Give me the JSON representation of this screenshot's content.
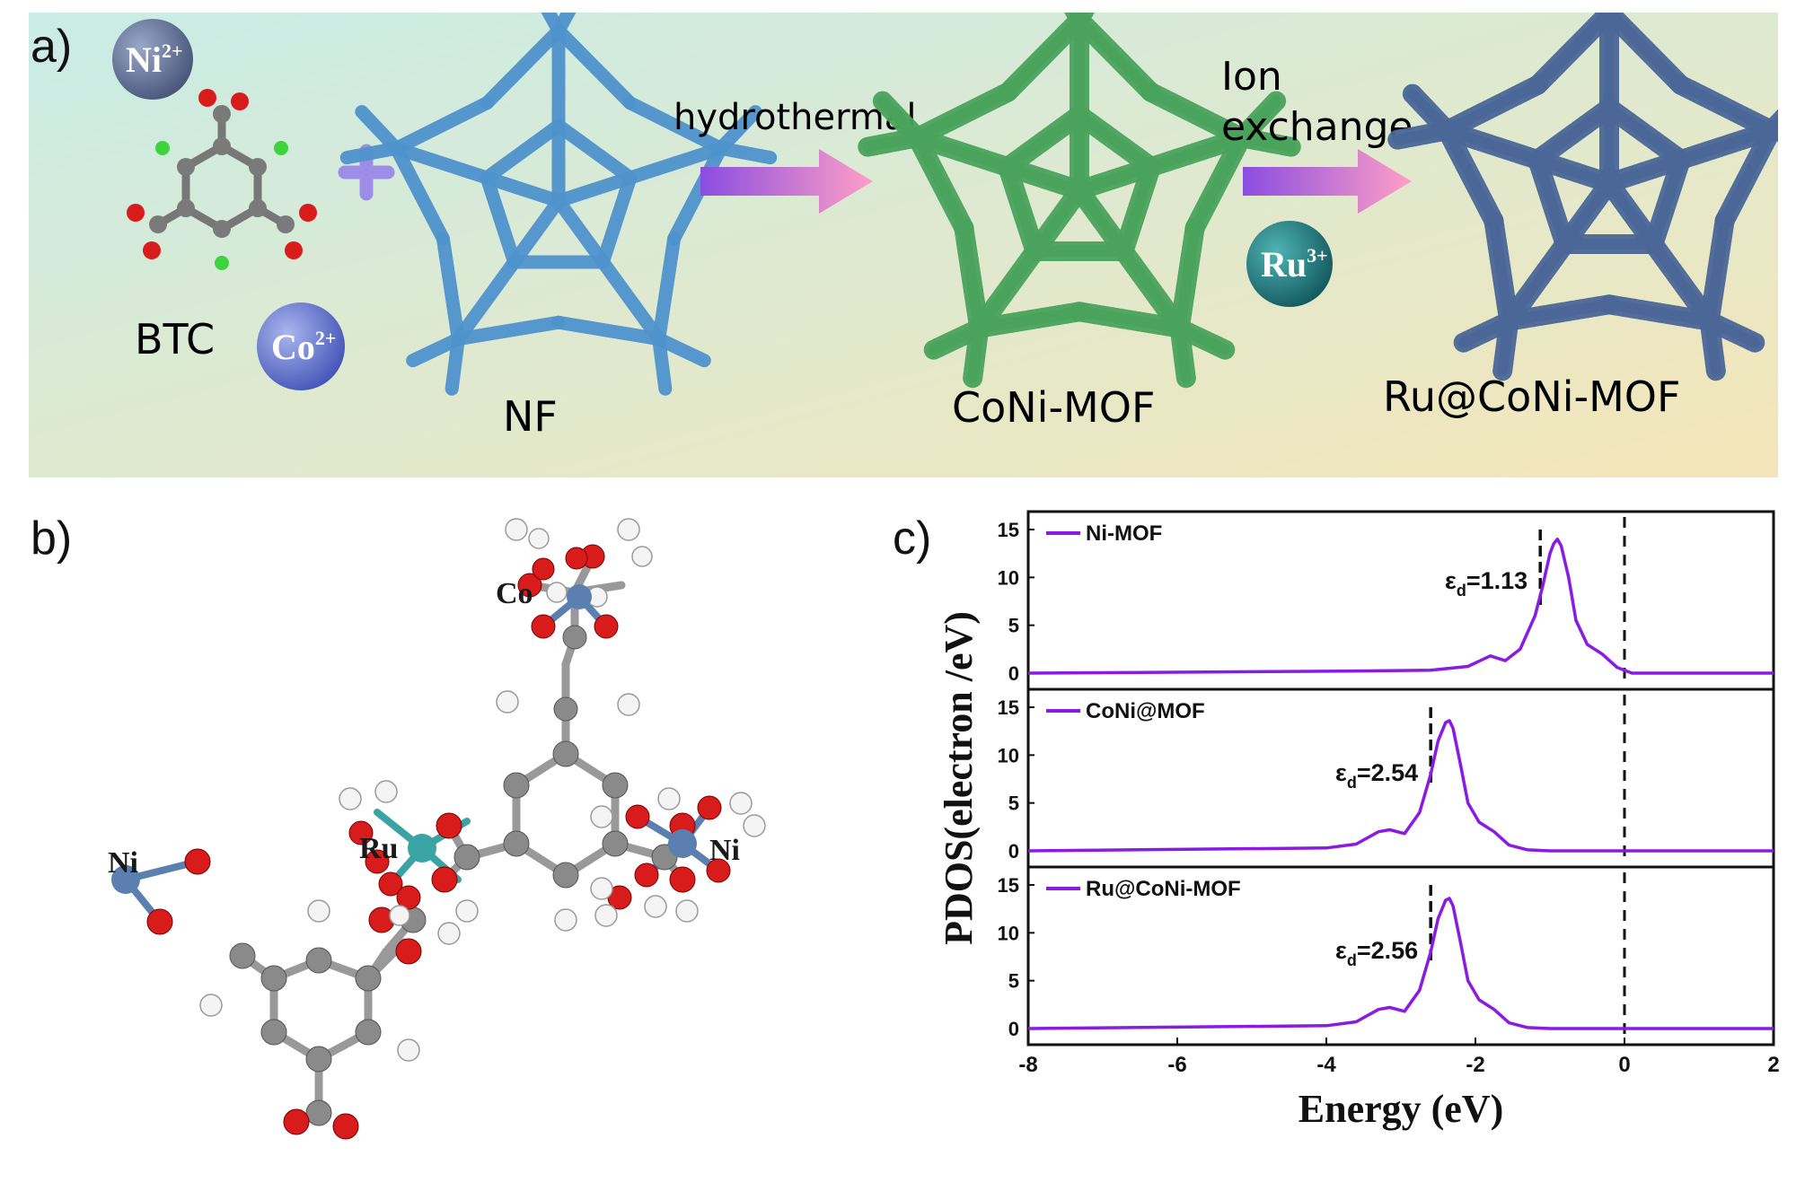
{
  "panel_labels": {
    "a": "a)",
    "b": "b)",
    "c": "c)"
  },
  "scheme": {
    "ions": {
      "ni": "Ni",
      "ni_charge": "2+",
      "co": "Co",
      "co_charge": "2+",
      "ru": "Ru",
      "ru_charge": "3+"
    },
    "btc_label": "BTC",
    "nf_label": "NF",
    "step1_label": "hydrothermal",
    "step2_line1": "Ion",
    "step2_line2": "exchange",
    "mof_label": "CoNi-MOF",
    "product_label": "Ru@CoNi-MOF",
    "colors": {
      "background_start": "#c9ece6",
      "background_end": "#f4e6b9",
      "nf_frame": "#4f93cd",
      "coni_frame": "#4aa35c",
      "ru_frame": "#4a6797",
      "arrow_start": "#8a4de0",
      "arrow_end": "#ff9fc6"
    }
  },
  "structure": {
    "labels": {
      "co": "Co",
      "ru": "Ru",
      "ni_left": "Ni",
      "ni_right": "Ni"
    },
    "colors": {
      "carbon": "#8a8a8a",
      "oxygen": "#d81c1c",
      "hydrogen": "#f4f4f4",
      "metal": "#5b7fb0",
      "ruthenium": "#3aa3a3"
    }
  },
  "chart_data": {
    "type": "line",
    "ylabel": "PDOS(electron /eV)",
    "xlabel": "Energy (eV)",
    "xlim": [
      -8,
      2
    ],
    "xticks": [
      -8,
      -6,
      -4,
      -2,
      0,
      2
    ],
    "ylim": [
      0,
      15
    ],
    "yticks": [
      0,
      5,
      10,
      15
    ],
    "fermi_level": 0,
    "line_color": "#8a1be2",
    "series": [
      {
        "name": "Ni-MOF",
        "d_band_center": "1.13",
        "d_band_x": -1.13,
        "x": [
          -8,
          -4,
          -2.6,
          -2.1,
          -1.8,
          -1.6,
          -1.4,
          -1.2,
          -1.1,
          -1.0,
          -0.95,
          -0.9,
          -0.85,
          -0.75,
          -0.65,
          -0.5,
          -0.3,
          -0.1,
          0.1,
          2
        ],
        "y": [
          0,
          0.2,
          0.3,
          0.7,
          1.8,
          1.3,
          2.5,
          6.0,
          9.0,
          12.5,
          13.5,
          14.0,
          13.3,
          10.0,
          5.5,
          3.0,
          2.0,
          0.6,
          0,
          0
        ]
      },
      {
        "name": "CoNi@MOF",
        "d_band_center": "2.54",
        "d_band_x": -2.6,
        "x": [
          -8,
          -4,
          -3.6,
          -3.3,
          -3.15,
          -2.95,
          -2.75,
          -2.6,
          -2.5,
          -2.4,
          -2.35,
          -2.3,
          -2.2,
          -2.1,
          -1.95,
          -1.75,
          -1.55,
          -1.3,
          -1,
          2
        ],
        "y": [
          0,
          0.3,
          0.7,
          2.0,
          2.2,
          1.8,
          4.0,
          8.0,
          11.5,
          13.4,
          13.6,
          12.8,
          9.0,
          5.0,
          3.0,
          2.0,
          0.6,
          0.1,
          0,
          0
        ]
      },
      {
        "name": "Ru@CoNi-MOF",
        "d_band_center": "2.56",
        "d_band_x": -2.6,
        "x": [
          -8,
          -4,
          -3.6,
          -3.3,
          -3.15,
          -2.95,
          -2.75,
          -2.6,
          -2.5,
          -2.4,
          -2.35,
          -2.3,
          -2.2,
          -2.1,
          -1.95,
          -1.75,
          -1.55,
          -1.3,
          -1,
          2
        ],
        "y": [
          0,
          0.3,
          0.7,
          2.0,
          2.2,
          1.8,
          4.0,
          8.0,
          11.5,
          13.4,
          13.6,
          12.8,
          9.0,
          5.0,
          3.0,
          2.0,
          0.6,
          0.1,
          0,
          0
        ]
      }
    ]
  }
}
